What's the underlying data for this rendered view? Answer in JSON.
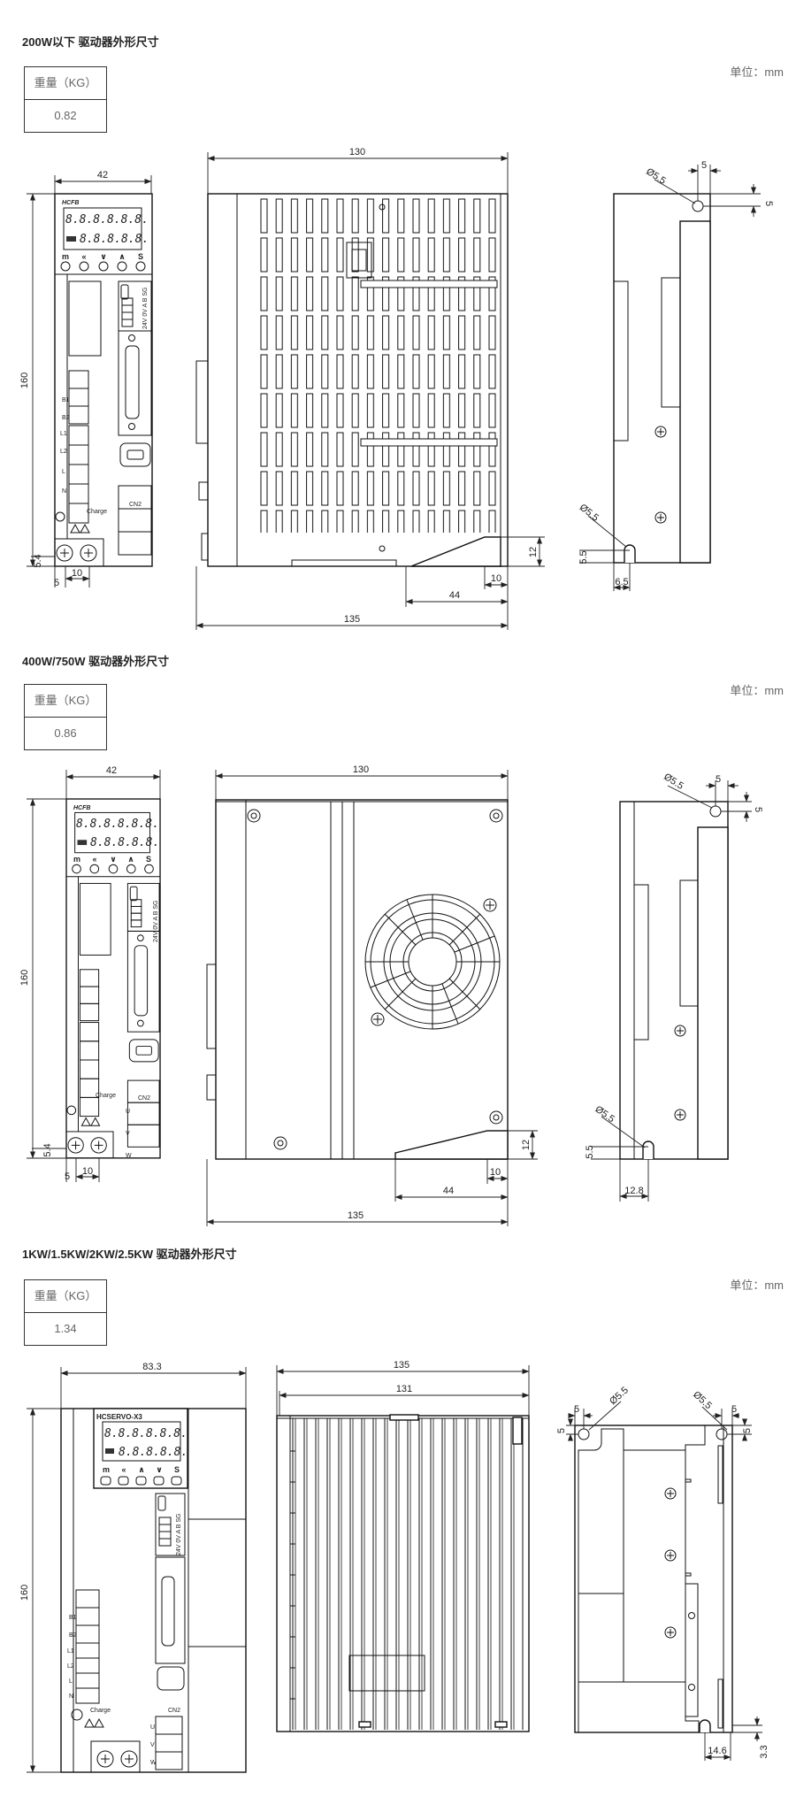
{
  "sections": [
    {
      "title": "200W以下 驱动器外形尺寸",
      "weight_header": "重量（KG）",
      "weight_value": "0.82",
      "unit": "单位：mm",
      "dims": {
        "front_width": "42",
        "height": "160",
        "body_depth": "130",
        "total_depth": "135",
        "bracket_length": "44",
        "foot_width": "10",
        "foot_height": "12",
        "hole_dia_top": "Ø5.5",
        "hole_dia_bottom": "Ø5.5",
        "hole_offset_x": "5",
        "hole_offset_y": "5",
        "slot_height": "5.5",
        "slot_offset": "6.5",
        "screw_height": "5.4",
        "screw_offset": "5",
        "screw_pitch": "10"
      }
    },
    {
      "title": "400W/750W 驱动器外形尺寸",
      "weight_header": "重量（KG）",
      "weight_value": "0.86",
      "unit": "单位：mm",
      "dims": {
        "front_width": "42",
        "height": "160",
        "body_depth": "130",
        "total_depth": "135",
        "bracket_length": "44",
        "foot_width": "10",
        "foot_height": "12",
        "hole_dia_top": "Ø5.5",
        "hole_dia_bottom": "Ø5.5",
        "hole_offset_x": "5",
        "hole_offset_y": "5",
        "slot_height": "5.5",
        "slot_offset": "12.8",
        "screw_height": "5.4",
        "screw_offset": "5",
        "screw_pitch": "10"
      }
    },
    {
      "title": "1KW/1.5KW/2KW/2.5KW 驱动器外形尺寸",
      "weight_header": "重量（KG）",
      "weight_value": "1.34",
      "unit": "单位：mm",
      "dims": {
        "front_width": "83.3",
        "height": "160",
        "total_depth": "135",
        "body_depth": "131",
        "hole_dia_left": "Ø5.5",
        "hole_dia_right": "Ø5.5",
        "hole_offset_left_x": "5",
        "hole_offset_left_y": "5",
        "hole_offset_right_x": "5",
        "hole_offset_right_y": "5",
        "slot_offset": "14.6",
        "slot_height": "3.3"
      }
    }
  ],
  "panel": {
    "logo": "HCFB",
    "logo_large": "HCSERVO-X3",
    "lcd_row1": "8.8.8.8.8.8.",
    "lcd_row2": "8.8.8.8.8.",
    "buttons": [
      "m",
      "«",
      "∨",
      "∧",
      "S"
    ],
    "buttons_large": [
      "m",
      "«",
      "∧",
      "∨",
      "S"
    ],
    "comm_label": "24V 0V A B SG",
    "terminals": [
      "B1",
      "B2",
      "L1",
      "L2",
      "L",
      "N"
    ],
    "motor": [
      "U",
      "V",
      "W"
    ],
    "charge": "Charge",
    "cn2": "CN2"
  }
}
